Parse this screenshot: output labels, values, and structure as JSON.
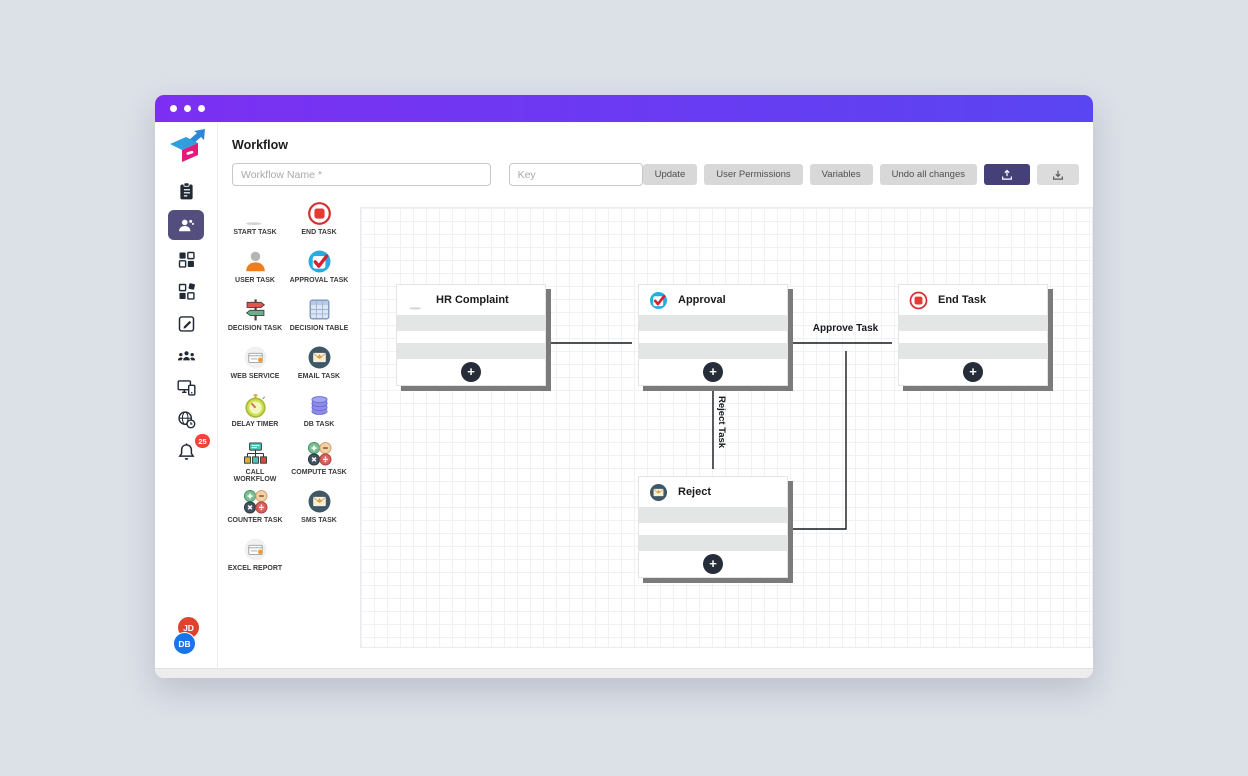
{
  "titlebar": {
    "window_controls_count": 3
  },
  "sidebar": {
    "notification_badge": "25",
    "avatars": [
      {
        "initials": "JD",
        "color": "#e0432d"
      },
      {
        "initials": "DB",
        "color": "#1a73e8"
      }
    ]
  },
  "header": {
    "title": "Workflow",
    "workflow_name_placeholder": "Workflow Name *",
    "key_placeholder": "Key",
    "buttons": {
      "update": "Update",
      "user_permissions": "User Permissions",
      "variables": "Variables",
      "undo": "Undo all changes"
    }
  },
  "palette": {
    "items": [
      {
        "label": "START TASK"
      },
      {
        "label": "END TASK"
      },
      {
        "label": "USER TASK"
      },
      {
        "label": "APPROVAL TASK"
      },
      {
        "label": "DECISION TASK"
      },
      {
        "label": "DECISION TABLE"
      },
      {
        "label": "WEB SERVICE"
      },
      {
        "label": "EMAIL TASK"
      },
      {
        "label": "DELAY TIMER"
      },
      {
        "label": "DB TASK"
      },
      {
        "label": "CALL WORKFLOW"
      },
      {
        "label": "COMPUTE TASK"
      },
      {
        "label": "COUNTER TASK"
      },
      {
        "label": "SMS TASK"
      },
      {
        "label": "EXCEL REPORT"
      }
    ]
  },
  "canvas": {
    "add_label": "+",
    "nodes": [
      {
        "title": "HR Complaint",
        "icon": "start-task-icon"
      },
      {
        "title": "Approval",
        "icon": "approval-task-icon"
      },
      {
        "title": "End Task",
        "icon": "end-task-icon"
      },
      {
        "title": "Reject",
        "icon": "email-task-icon"
      }
    ],
    "edges": [
      {
        "from": "HR Complaint",
        "to": "Approval",
        "label": ""
      },
      {
        "from": "Approval",
        "to": "End Task",
        "label": "Approve Task"
      },
      {
        "from": "Approval",
        "to": "Reject",
        "label": "Reject Task"
      },
      {
        "from": "Reject",
        "to": "End Task",
        "label": ""
      }
    ]
  },
  "colors": {
    "titlebar_gradient": [
      "#7c2ff2",
      "#5a45f2"
    ],
    "active_nav": "#534e7e",
    "dark_action_button": "#454077",
    "node_shadow": "#7b7b7b",
    "badge_red": "#f3443c",
    "node_row_gray": "#e4e6e6"
  }
}
